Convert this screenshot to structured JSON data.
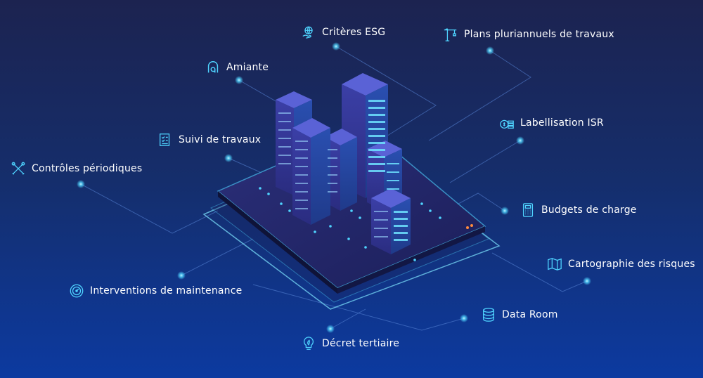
{
  "labels": {
    "criteres_esg": "Critères ESG",
    "plans_pluriannuels": "Plans pluriannuels de travaux",
    "amiante": "Amiante",
    "labellisation_isr": "Labellisation ISR",
    "suivi_travaux": "Suivi de travaux",
    "controles_periodiques": "Contrôles périodiques",
    "budgets_charge": "Budgets de charge",
    "cartographie_risques": "Cartographie des risques",
    "interventions_maintenance": "Interventions de maintenance",
    "data_room": "Data Room",
    "decret_tertiaire": "Décret tertiaire"
  },
  "icons": {
    "criteres_esg": "globe-hand-icon",
    "plans_pluriannuels": "crane-icon",
    "amiante": "letter-a-icon",
    "labellisation_isr": "coins-icon",
    "suivi_travaux": "checklist-icon",
    "controles_periodiques": "tools-icon",
    "budgets_charge": "calculator-icon",
    "cartographie_risques": "map-icon",
    "interventions_maintenance": "gauge-icon",
    "data_room": "database-icon",
    "decret_tertiaire": "eco-bulb-icon"
  },
  "colors": {
    "background_top": "#1c2350",
    "background_bottom": "#0c3aa0",
    "accent": "#4fd4ff",
    "text": "#ffffff"
  }
}
